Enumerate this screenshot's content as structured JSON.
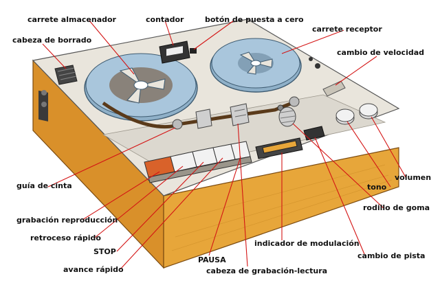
{
  "labels": {
    "carrete_almacenador": "carrete almacenador",
    "contador": "contador",
    "boton_puesta_cero": "botón de puesta a cero",
    "cabeza_borrado": "cabeza de borrado",
    "carrete_receptor": "carrete receptor",
    "cambio_velocidad": "cambio de velocidad",
    "guia_cinta": "guía de cinta",
    "volumen": "volumen",
    "tono": "tono",
    "rodillo_goma": "rodillo de goma",
    "grabacion_reproduccion": "grabación reproducción",
    "retroceso_rapido": "retroceso rápido",
    "stop": "STOP",
    "avance_rapido": "avance rápido",
    "pausa": "PAUSA",
    "indicador_modulacion": "indicador de modulación",
    "cambio_pista": "cambio de pista",
    "cabeza_grabacion_lectura": "cabeza de grabación-lectura"
  },
  "colors": {
    "leader_line": "#d41414",
    "wood_body": "#e7a63a",
    "deck_top": "#e9e5dc",
    "reel": "#a9c6dc",
    "record_key": "#d9622a"
  }
}
